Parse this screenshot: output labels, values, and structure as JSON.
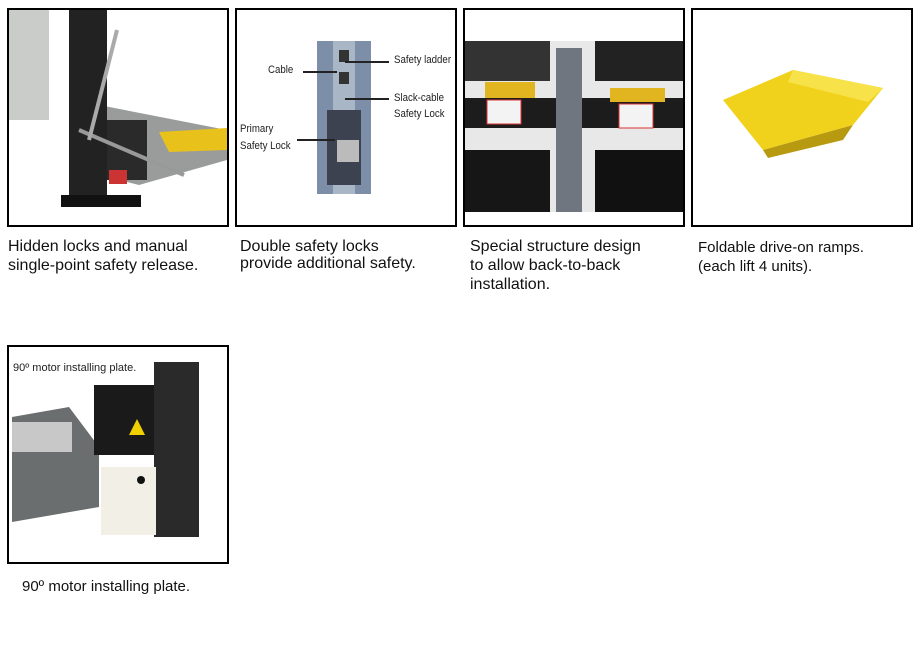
{
  "features": [
    {
      "caption_lines": [
        "Hidden locks and manual",
        "single-point safety release."
      ]
    },
    {
      "caption_lines": [
        "Double safety locks",
        "provide additional safety."
      ],
      "labels": {
        "cable": "Cable",
        "safety_ladder": "Safety ladder",
        "slack_cable_1": "Slack-cable",
        "slack_cable_2": "Safety Lock",
        "primary_1": "Primary",
        "primary_2": "Safety Lock"
      }
    },
    {
      "caption_lines": [
        "Special structure design",
        "to allow back-to-back",
        "installation."
      ]
    },
    {
      "caption_lines": [
        "Foldable drive-on ramps.",
        "(each lift 4 units)."
      ]
    },
    {
      "caption_lines": [
        "90º motor installing plate."
      ],
      "image_label": "90º motor installing plate."
    }
  ]
}
